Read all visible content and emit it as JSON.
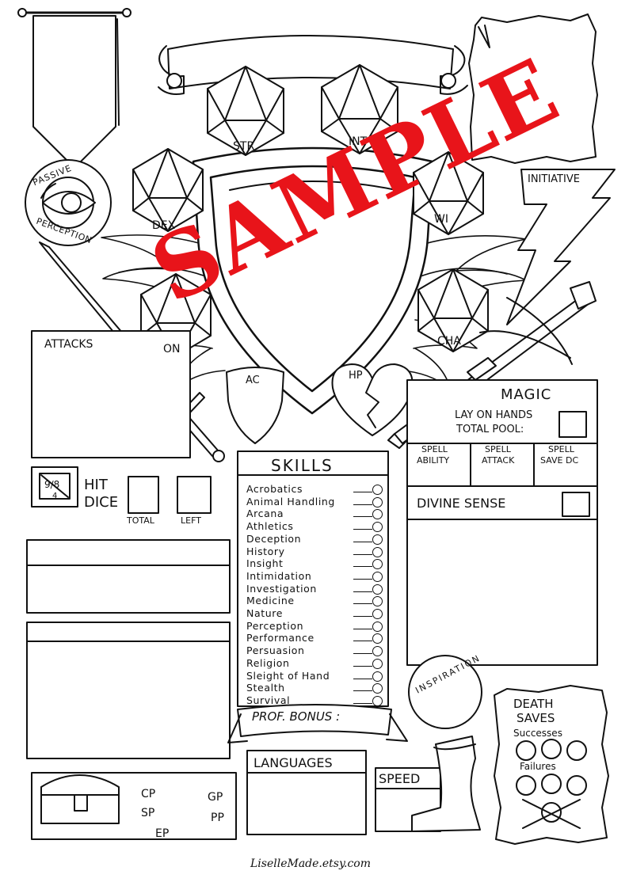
{
  "abilities": {
    "str": "STR",
    "int": "INT",
    "dex": "DEX",
    "wis": "WI",
    "con": "ON",
    "cha": "CHA"
  },
  "passive_perception": {
    "top": "PASSIVE",
    "bottom": "PERCEPTION"
  },
  "initiative": "INITIATIVE",
  "attacks": "ATTACKS",
  "ac": "AC",
  "hp": "HP",
  "magic": {
    "title": "MAGIC",
    "lay_on_hands": "LAY ON HANDS",
    "total_pool": "TOTAL POOL:",
    "cols": [
      {
        "l1": "SPELL",
        "l2": "ABILITY"
      },
      {
        "l1": "SPELL",
        "l2": "ATTACK"
      },
      {
        "l1": "SPELL",
        "l2": "SAVE DC"
      }
    ]
  },
  "hit_dice": {
    "die": "9/8",
    "die_b": "4",
    "l1": "HIT",
    "l2": "DICE",
    "total": "TOTAL",
    "left": "LEFT"
  },
  "skills": {
    "title": "SKILLS",
    "items": [
      "Acrobatics",
      "Animal Handling",
      "Arcana",
      "Athletics",
      "Deception",
      "History",
      "Insight",
      "Intimidation",
      "Investigation",
      "Medicine",
      "Nature",
      "Perception",
      "Performance",
      "Persuasion",
      "Religion",
      "Sleight of Hand",
      "Stealth",
      "Survival"
    ]
  },
  "divine_sense": "DIVINE SENSE",
  "inspiration": "INSPIRATION",
  "prof_bonus": "PROF. BONUS :",
  "languages": "LANGUAGES",
  "speed": "SPEED",
  "death_saves": {
    "l1": "DEATH",
    "l2": "SAVES",
    "successes": "Successes",
    "failures": "Failures"
  },
  "coins": {
    "cp": "CP",
    "sp": "SP",
    "ep": "EP",
    "gp": "GP",
    "pp": "PP"
  },
  "watermark": "SAMPLE",
  "footer": "LiselleMade.etsy.com"
}
